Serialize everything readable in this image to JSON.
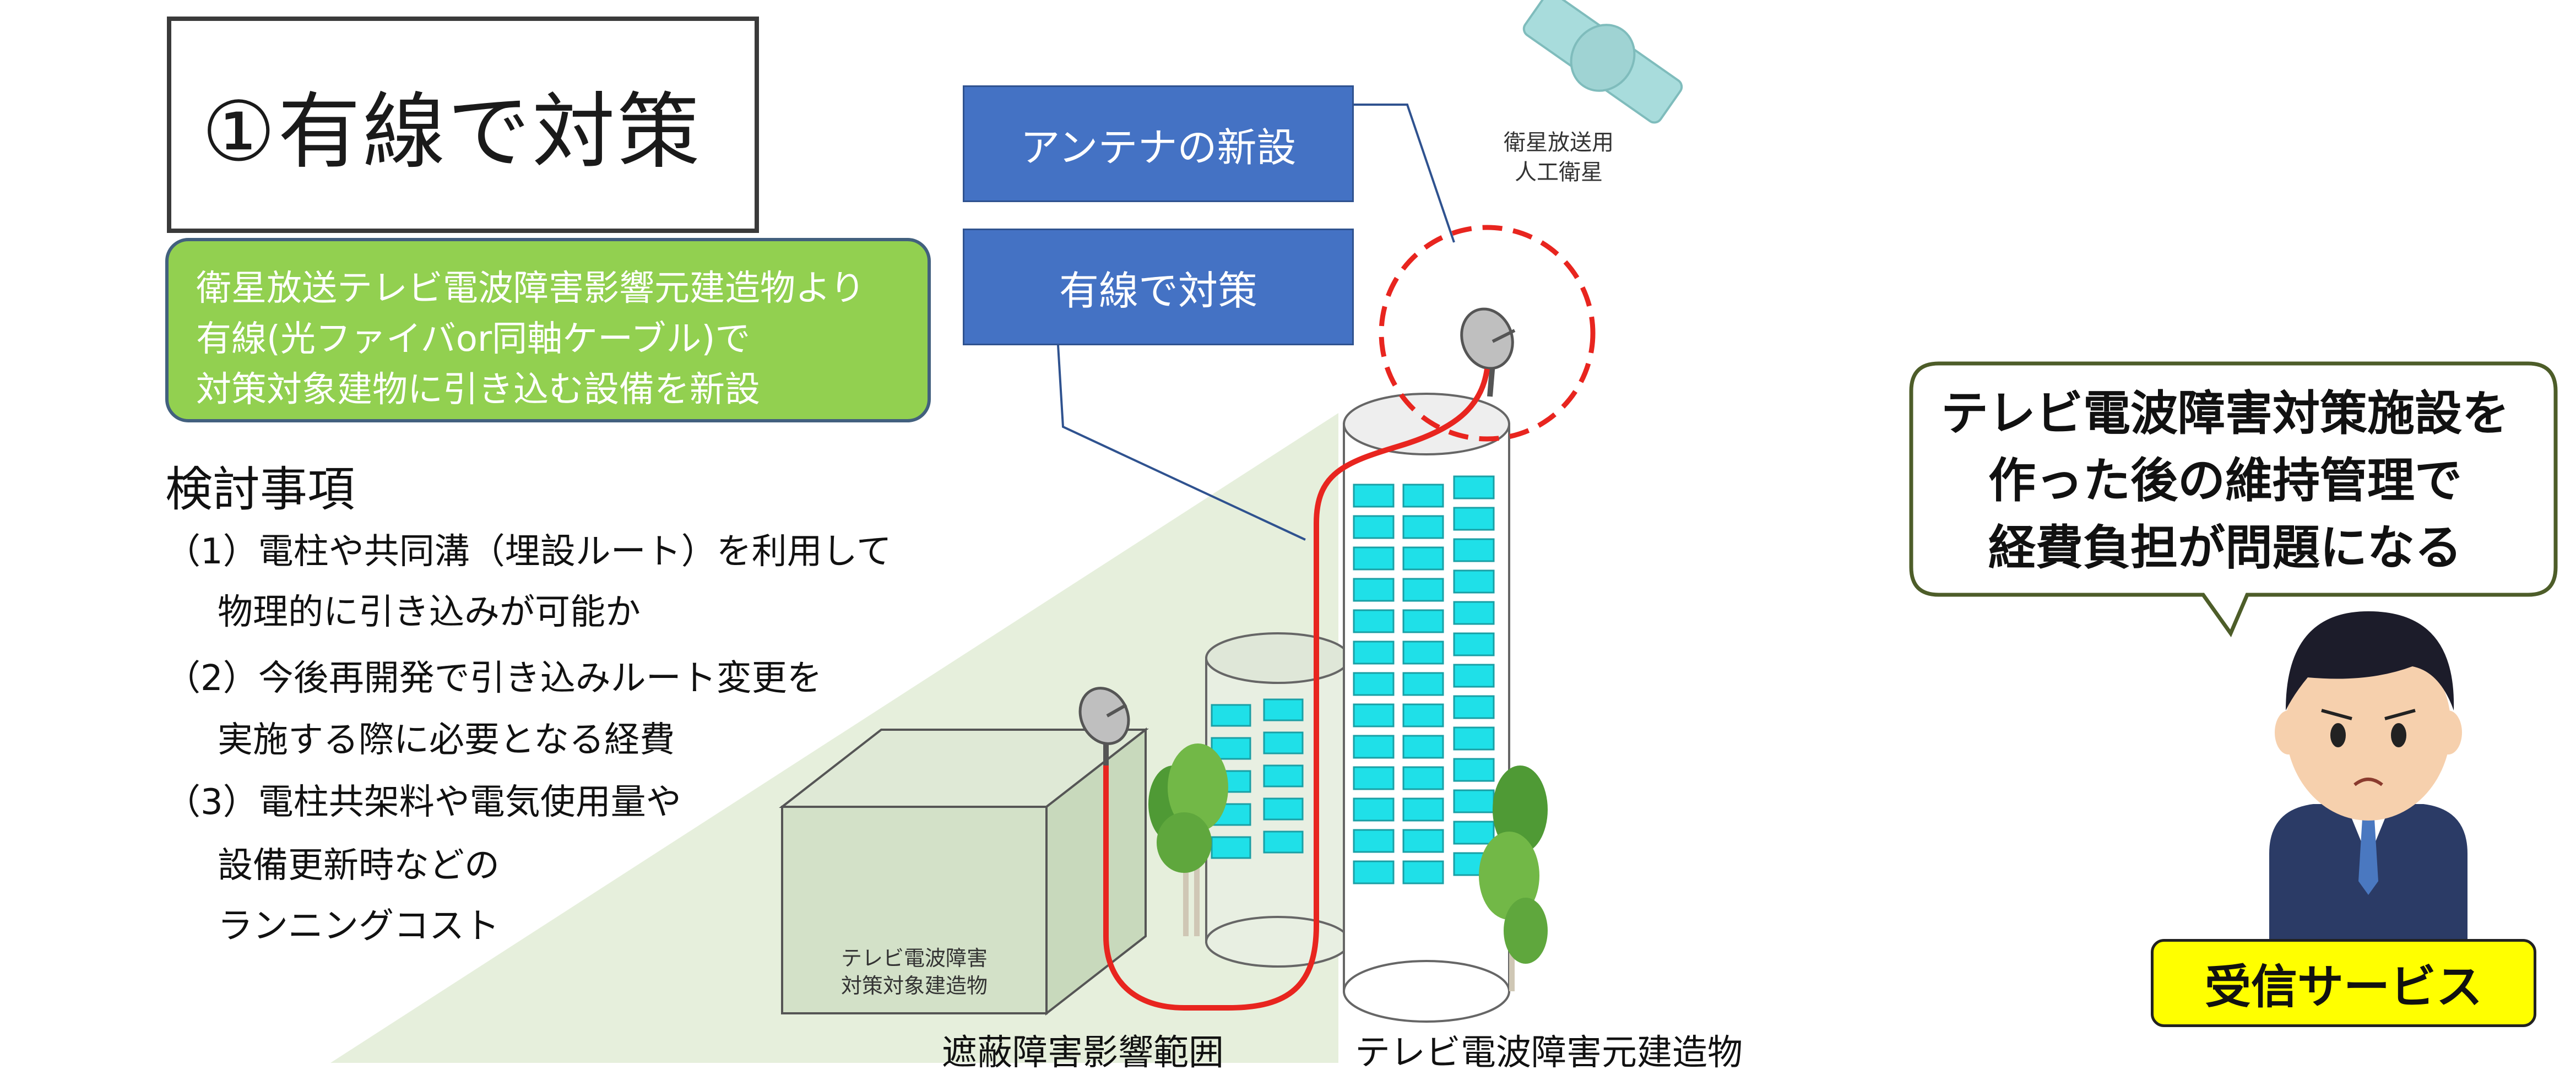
{
  "title": "①有線で対策",
  "description": {
    "lines": [
      "衛星放送テレビ電波障害影響元建造物より",
      "有線(光ファイバor同軸ケーブル)で",
      "対策対象建物に引き込む設備を新設"
    ]
  },
  "checklist": {
    "heading": "検討事項",
    "items": [
      {
        "line1": "（1）電柱や共同溝（埋設ルート）を利用して",
        "line2": "物理的に引き込みが可能か"
      },
      {
        "line1": "（2）今後再開発で引き込みルート変更を",
        "line2": "実施する際に必要となる経費"
      },
      {
        "line1": "（3）電柱共架料や電気使用量や",
        "line2": "設備更新時などの",
        "line3": "ランニングコスト"
      }
    ]
  },
  "callouts": {
    "antenna": "アンテナの新設",
    "wired": "有線で対策"
  },
  "satellite_label": {
    "line1": "衛星放送用",
    "line2": "人工衛星"
  },
  "target_building_label": {
    "line1": "テレビ電波障害",
    "line2": "対策対象建造物"
  },
  "captions": {
    "shielding_area": "遮蔽障害影響範囲",
    "source_building": "テレビ電波障害元建造物"
  },
  "speech_bubble": {
    "lines": [
      "テレビ電波障害対策施設を",
      "作った後の維持管理で",
      "経費負担が問題になる"
    ]
  },
  "service_badge": "受信サービス",
  "colors": {
    "blue_box": "#4472c4",
    "green_box": "#92d050",
    "cable_red": "#e8251f",
    "window_cyan": "#1fe0e8",
    "shadow_green": "#e6efdc",
    "badge_yellow": "#ffff00"
  }
}
